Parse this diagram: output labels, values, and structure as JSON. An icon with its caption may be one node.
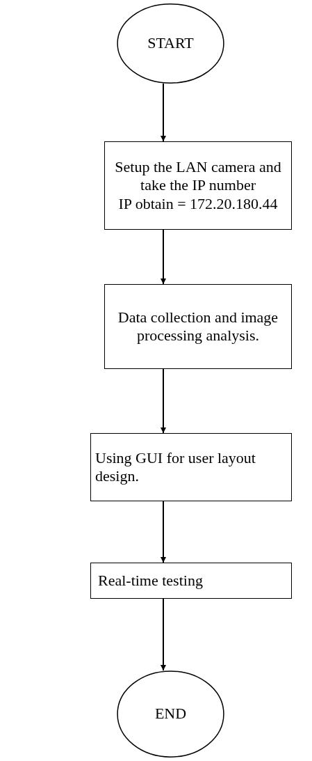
{
  "diagram": {
    "nodes": [
      {
        "text": [
          "START"
        ]
      },
      {
        "text": [
          "Setup the LAN camera and take the IP number",
          "IP obtain = 172.20.180.44"
        ]
      },
      {
        "text": [
          "Data collection and image processing analysis."
        ]
      },
      {
        "text": [
          "Using GUI for user layout design."
        ]
      },
      {
        "text": [
          "Real-time testing"
        ]
      },
      {
        "text": [
          "END"
        ]
      }
    ],
    "edges": [
      {
        "from": 0,
        "to": 1,
        "arrow": "to"
      },
      {
        "from": 1,
        "to": 2,
        "arrow": "to"
      },
      {
        "from": 2,
        "to": 3,
        "arrow": "to"
      },
      {
        "from": 3,
        "to": 4,
        "arrow": "to"
      },
      {
        "from": 4,
        "to": 5,
        "arrow": "to"
      }
    ]
  }
}
